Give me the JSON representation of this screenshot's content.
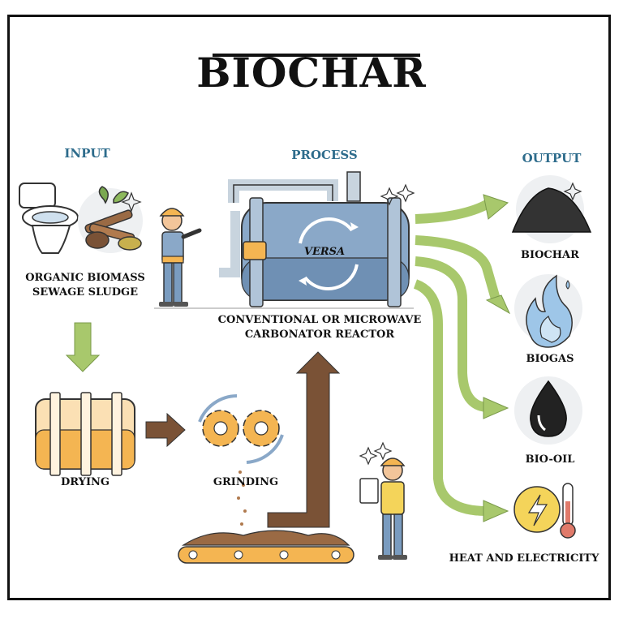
{
  "title": "BIOCHAR",
  "headings": {
    "input": "INPUT",
    "process": "PROCESS",
    "output": "OUTPUT"
  },
  "input": {
    "label_line1": "ORGANIC BIOMASS",
    "label_line2": "SEWAGE SLUDGE"
  },
  "reactor": {
    "brand": "VERSA",
    "label_line1": "CONVENTIONAL OR MICROWAVE",
    "label_line2": "CARBONATOR REACTOR"
  },
  "steps": {
    "drying": "DRYING",
    "grinding": "GRINDING"
  },
  "outputs": {
    "biochar": "BIOCHAR",
    "biogas": "BIOGAS",
    "bio_oil": "BIO-OIL",
    "heat": "HEAT AND ELECTRICITY"
  },
  "colors": {
    "heading": "#2e6c8c",
    "green_arrow": "#a8c86c",
    "brown_arrow": "#7a5236",
    "reactor_blue": "#8aa8c8",
    "orange": "#f4b552"
  }
}
